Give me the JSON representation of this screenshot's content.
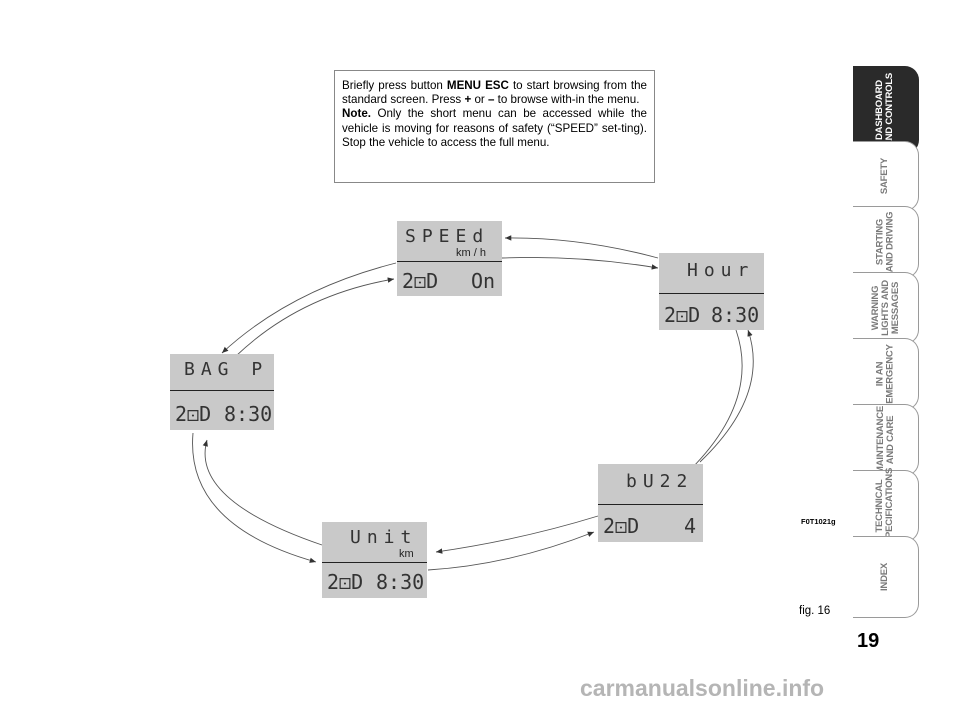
{
  "note": {
    "l1a": "Briefly press button ",
    "l1b": "MENU ESC",
    "l1c": " to start browsing from the standard screen. Press ",
    "plus": "+",
    "or": " or ",
    "minus": "–",
    "l1d": " to browse with-in the menu.",
    "note_label": "Note.",
    "note_text": " Only the short menu can be accessed while the vehicle is moving for reasons of safety (“SPEED” set-ting). Stop the vehicle to access the full menu."
  },
  "displays": {
    "speed": {
      "top": "SPEEd",
      "unit": "km / h",
      "lamp": "2⚀D",
      "value": "On"
    },
    "hour": {
      "top": "Hour",
      "unit": "",
      "lamp": "2⚀D",
      "value": "8:30"
    },
    "bag": {
      "top": "BAG P",
      "unit": "",
      "lamp": "2⚀D",
      "value": "8:30"
    },
    "buzz": {
      "top": "bU22",
      "unit": "",
      "lamp": "2⚀D",
      "value": "4"
    },
    "unit": {
      "top": "Unit",
      "unit": "km",
      "lamp": "2⚀D",
      "value": "8:30"
    }
  },
  "tabs": [
    {
      "label": "DASHBOARD\nAND CONTROLS",
      "active": true
    },
    {
      "label": "SAFETY",
      "active": false
    },
    {
      "label": "STARTING\nAND DRIVING",
      "active": false
    },
    {
      "label": "WARNING\nLIGHTS AND\nMESSAGES",
      "active": false
    },
    {
      "label": "IN AN\nEMERGENCY",
      "active": false
    },
    {
      "label": "MAINTENANCE\nAND CARE",
      "active": false
    },
    {
      "label": "TECHNICAL\nSPECIFICATIONS",
      "active": false
    },
    {
      "label": "INDEX",
      "active": false
    }
  ],
  "fig_code": "F0T1021g",
  "fig_label": "fig. 16",
  "page_number": "19",
  "watermark": "carmanualsonline.info"
}
